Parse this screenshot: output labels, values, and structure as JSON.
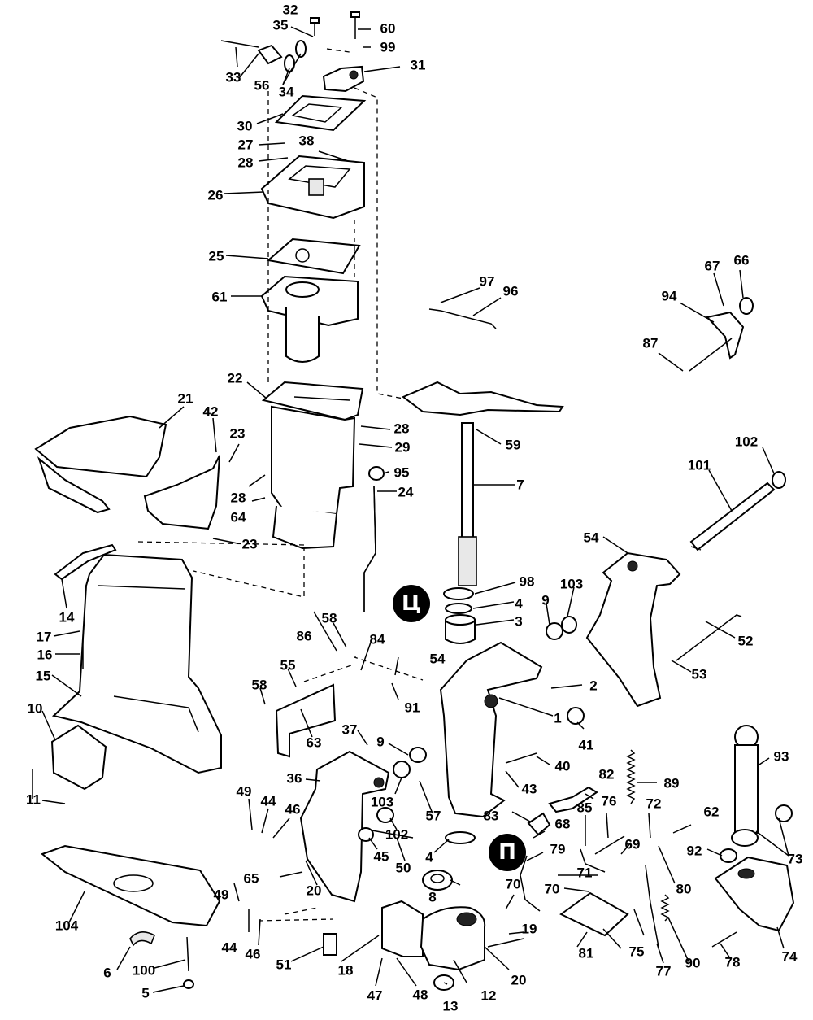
{
  "labels": [
    "1",
    "2",
    "3",
    "4",
    "5",
    "6",
    "7",
    "8",
    "9",
    "10",
    "11",
    "12",
    "13",
    "14",
    "15",
    "16",
    "17",
    "18",
    "19",
    "20",
    "21",
    "22",
    "23",
    "24",
    "25",
    "26",
    "27",
    "28",
    "29",
    "30",
    "31",
    "32",
    "33",
    "34",
    "35",
    "36",
    "37",
    "38",
    "40",
    "41",
    "42",
    "43",
    "44",
    "45",
    "46",
    "47",
    "48",
    "49",
    "50",
    "51",
    "52",
    "53",
    "54",
    "55",
    "56",
    "57",
    "58",
    "59",
    "60",
    "61",
    "62",
    "63",
    "64",
    "65",
    "66",
    "67",
    "68",
    "69",
    "70",
    "71",
    "72",
    "73",
    "74",
    "75",
    "76",
    "77",
    "78",
    "79",
    "80",
    "81",
    "82",
    "83",
    "84",
    "85",
    "86",
    "87",
    "89",
    "90",
    "91",
    "92",
    "93",
    "94",
    "95",
    "96",
    "97",
    "98",
    "99",
    "100",
    "101",
    "102",
    "103",
    "104"
  ],
  "symbols": {
    "upper": "Ц",
    "lower": "П"
  }
}
